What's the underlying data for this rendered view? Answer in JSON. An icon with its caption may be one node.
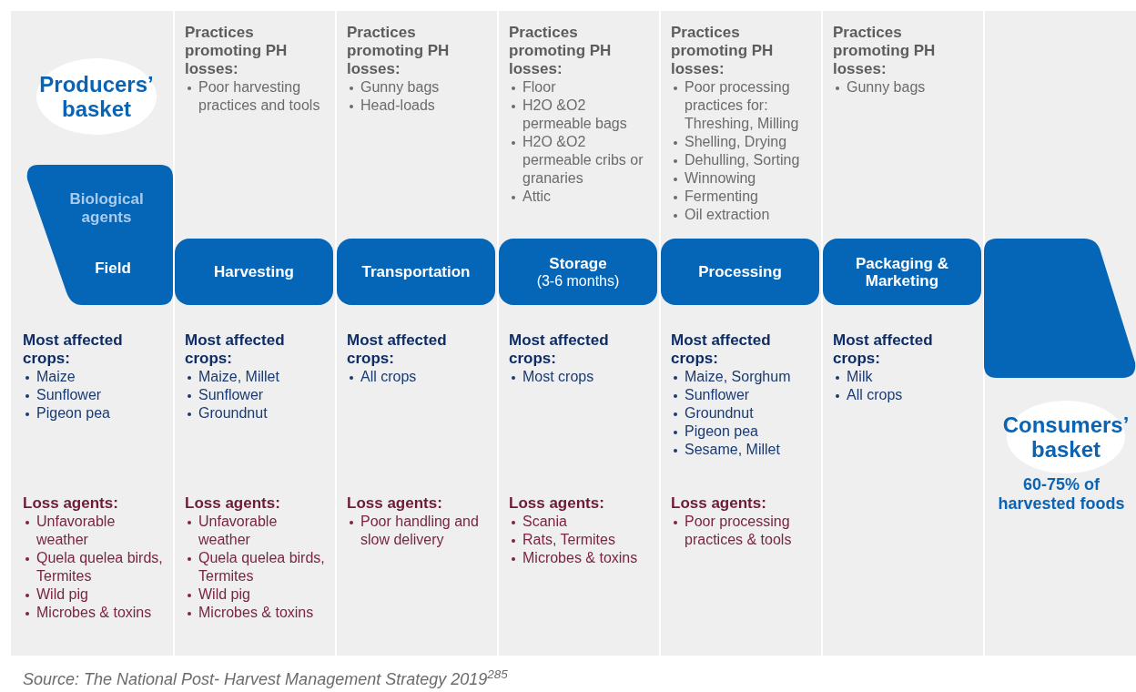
{
  "diagram": {
    "caption": "Source: The National Post- Harvest Management Strategy 2019$^{285}$",
    "nodes": [
      {
        "text": [
          "Producers’ basket"
        ]
      },
      {
        "text": [
          "Biological agents",
          "Field"
        ]
      },
      {
        "text": [
          "Harvesting"
        ]
      },
      {
        "text": [
          "Transportation"
        ]
      },
      {
        "text": [
          "Storage",
          "(3-6 months)"
        ]
      },
      {
        "text": [
          "Processing"
        ]
      },
      {
        "text": [
          "Packaging & Marketing"
        ]
      },
      {
        "text": [],
        "shape": "box"
      },
      {
        "text": [
          "Consumers’ basket"
        ],
        "beside": [
          "60-75% of harvested foods"
        ]
      }
    ],
    "labels": [
      "Practices promoting PH losses:",
      "Poor harvesting practices and tools",
      "Practices promoting PH losses:",
      "Gunny bags",
      "Head-loads",
      "Practices promoting PH losses:",
      "Floor",
      "H2O &O2 permeable bags",
      "H2O &O2 permeable cribs or granaries",
      "Attic",
      "Practices promoting PH losses:",
      "Poor processing practices for: Threshing, Milling",
      "Shelling, Drying",
      "Dehulling, Sorting",
      "Winnowing",
      "Fermenting",
      "Oil extraction",
      "Practices promoting PH losses:",
      "Gunny bags",
      "Most affected crops:",
      "Maize",
      "Sunflower",
      "Pigeon pea",
      "Most affected crops:",
      "Maize, Millet",
      "Sunflower",
      "Groundnut",
      "Most affected crops:",
      "All crops",
      "Most affected crops:",
      "Most crops",
      "Most affected crops:",
      "Maize, Sorghum",
      "Sunflower",
      "Groundnut",
      "Pigeon pea",
      "Sesame, Millet",
      "Most affected crops:",
      "Milk",
      "All crops",
      "Loss agents:",
      "Unfavorable weather",
      "Quela quelea birds, Termites",
      "Wild pig",
      "Microbes & toxins",
      "Loss agents:",
      "Unfavorable weather",
      "Quela quelea birds, Termites",
      "Wild pig",
      "Microbes & toxins",
      "Loss agents:",
      "Poor handling and slow delivery",
      "Loss agents:",
      "Scania",
      "Rats, Termites",
      "Microbes & toxins",
      "Loss agents:",
      "Poor processing practices & tools"
    ]
  }
}
